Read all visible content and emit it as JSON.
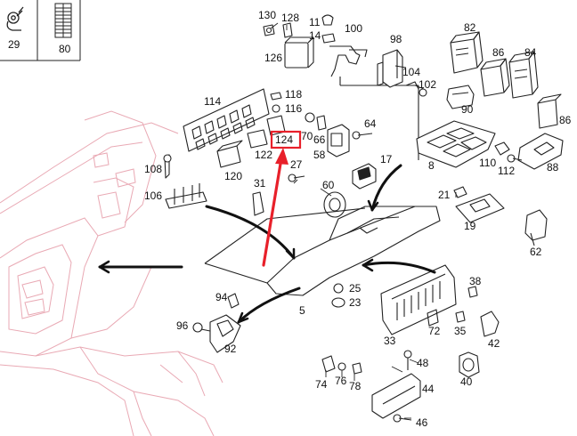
{
  "diagram": {
    "highlight_color": "#e8202a",
    "ghost_color": "#e9a9b4",
    "part_color": "#222222",
    "legend": [
      {
        "id": "29",
        "icon": "clamp-icon"
      },
      {
        "id": "80",
        "icon": "fuse-card-icon"
      }
    ],
    "highlighted_part": "124",
    "part_numbers": {
      "n130": "130",
      "n128": "128",
      "n126": "126",
      "n118": "118",
      "n116": "116",
      "n114": "114",
      "n122": "122",
      "n124": "124",
      "n120": "120",
      "n108": "108",
      "n106": "106",
      "n31": "31",
      "n27": "27",
      "n11": "11",
      "n14": "14",
      "n100": "100",
      "n98": "98",
      "n104": "104",
      "n102": "102",
      "n82": "82",
      "n86": "86",
      "n84": "84",
      "n90": "90",
      "n86b": "86",
      "n70": "70",
      "n66": "66",
      "n58": "58",
      "n64": "64",
      "n17": "17",
      "n8": "8",
      "n110": "110",
      "n112": "112",
      "n88": "88",
      "n60": "60",
      "n21": "21",
      "n19": "19",
      "n62": "62",
      "n94": "94",
      "n96": "96",
      "n92": "92",
      "n5": "5",
      "n25": "25",
      "n23": "23",
      "n38": "38",
      "n33": "33",
      "n72": "72",
      "n35": "35",
      "n42": "42",
      "n48": "48",
      "n74": "74",
      "n76": "76",
      "n78": "78",
      "n40": "40",
      "n44": "44",
      "n46": "46"
    }
  }
}
